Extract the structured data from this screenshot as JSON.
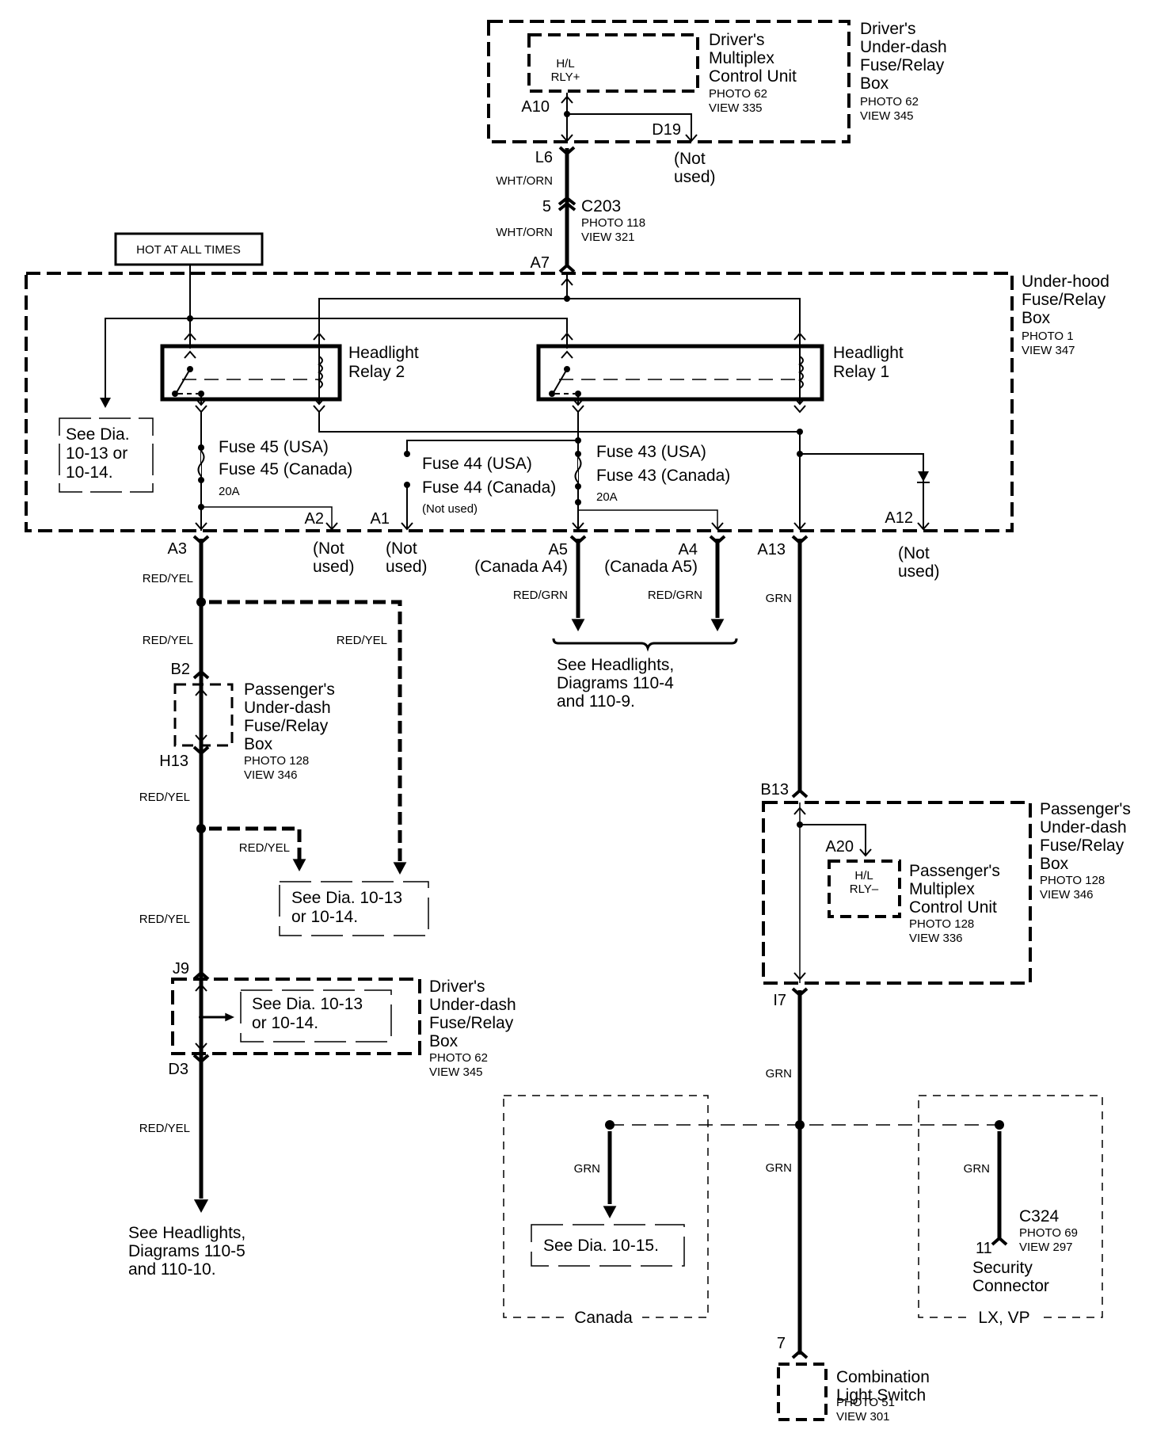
{
  "diagram": {
    "title": "Headlight relay circuit wiring diagram",
    "colors": {
      "ink": "#000000",
      "background": "#ffffff"
    },
    "components": {
      "driver_underdash_top": {
        "lines": [
          "Driver's",
          "Under-dash",
          "Fuse/Relay",
          "Box"
        ],
        "photo": "PHOTO 62",
        "view": "VIEW 345"
      },
      "driver_mux": {
        "lines": [
          "Driver's",
          "Multiplex",
          "Control Unit"
        ],
        "photo": "PHOTO 62",
        "view": "VIEW 335",
        "terminal_lines": [
          "H/L",
          "RLY+"
        ]
      },
      "underhood": {
        "lines": [
          "Under-hood",
          "Fuse/Relay",
          "Box"
        ],
        "photo": "PHOTO 1",
        "view": "VIEW 347"
      },
      "relay2": {
        "lines": [
          "Headlight",
          "Relay 2"
        ]
      },
      "relay1": {
        "lines": [
          "Headlight",
          "Relay 1"
        ]
      },
      "hot_label": "HOT AT ALL TIMES",
      "c203": {
        "name": "C203",
        "photo": "PHOTO 118",
        "view": "VIEW 321",
        "pin": "5"
      },
      "fuse45": {
        "lines": [
          "Fuse 45 (USA)",
          "Fuse 45 (Canada)"
        ],
        "rating": "20A"
      },
      "fuse44": {
        "lines": [
          "Fuse 44 (USA)",
          "Fuse 44 (Canada)"
        ],
        "note": "(Not used)"
      },
      "fuse43": {
        "lines": [
          "Fuse 43 (USA)",
          "Fuse 43 (Canada)"
        ],
        "rating": "20A"
      },
      "see_dia_left": {
        "lines": [
          "See Dia.",
          "10-13 or",
          "10-14."
        ]
      },
      "passenger_underdash_left": {
        "lines": [
          "Passenger's",
          "Under-dash",
          "Fuse/Relay",
          "Box"
        ],
        "photo": "PHOTO 128",
        "view": "VIEW 346"
      },
      "see_dia_mid": {
        "lines": [
          "See Dia. 10-13",
          "or 10-14."
        ]
      },
      "driver_underdash_bottom": {
        "lines": [
          "Driver's",
          "Under-dash",
          "Fuse/Relay",
          "Box"
        ],
        "photo": "PHOTO 62",
        "view": "VIEW 345"
      },
      "see_dia_inner": {
        "lines": [
          "See Dia. 10-13",
          "or 10-14."
        ]
      },
      "headlights_left": {
        "lines": [
          "See Headlights,",
          "Diagrams 110-5",
          "and 110-10."
        ]
      },
      "headlights_mid": {
        "lines": [
          "See Headlights,",
          "Diagrams 110-4",
          "and 110-9."
        ]
      },
      "passenger_underdash_right": {
        "lines": [
          "Passenger's",
          "Under-dash",
          "Fuse/Relay",
          "Box"
        ],
        "photo": "PHOTO 128",
        "view": "VIEW 346"
      },
      "passenger_mux": {
        "lines": [
          "Passenger's",
          "Multiplex",
          "Control Unit"
        ],
        "photo": "PHOTO 128",
        "view": "VIEW 336",
        "terminal_lines": [
          "H/L",
          "RLY–"
        ]
      },
      "canada_option": {
        "label": "Canada",
        "see_dia": "See Dia. 10-15."
      },
      "lxvp_option": {
        "label": "LX, VP",
        "c324": "C324",
        "photo": "PHOTO 69",
        "view": "VIEW 297",
        "pin": "11",
        "lines": [
          "Security",
          "Connector"
        ]
      },
      "combination_switch": {
        "lines": [
          "Combination",
          "Light Switch"
        ],
        "photo": "PHOTO 51",
        "view": "VIEW 301",
        "pin": "7"
      }
    },
    "pins": {
      "A10": "A10",
      "D19": "D19",
      "L6": "L6",
      "A7": "A7",
      "A3": "A3",
      "A2": "A2",
      "A1": "A1",
      "A5": "A5",
      "A4": "A4",
      "A13": "A13",
      "A12": "A12",
      "B2": "B2",
      "H13": "H13",
      "J9": "J9",
      "D3": "D3",
      "B13": "B13",
      "A20": "A20",
      "I7": "I7",
      "A5_alt": "(Canada A4)",
      "A4_alt": "(Canada A5)"
    },
    "not_used": [
      "(Not",
      "used)"
    ],
    "wire_colors": {
      "wht_orn": "WHT/ORN",
      "red_yel": "RED/YEL",
      "red_grn": "RED/GRN",
      "grn": "GRN"
    }
  }
}
